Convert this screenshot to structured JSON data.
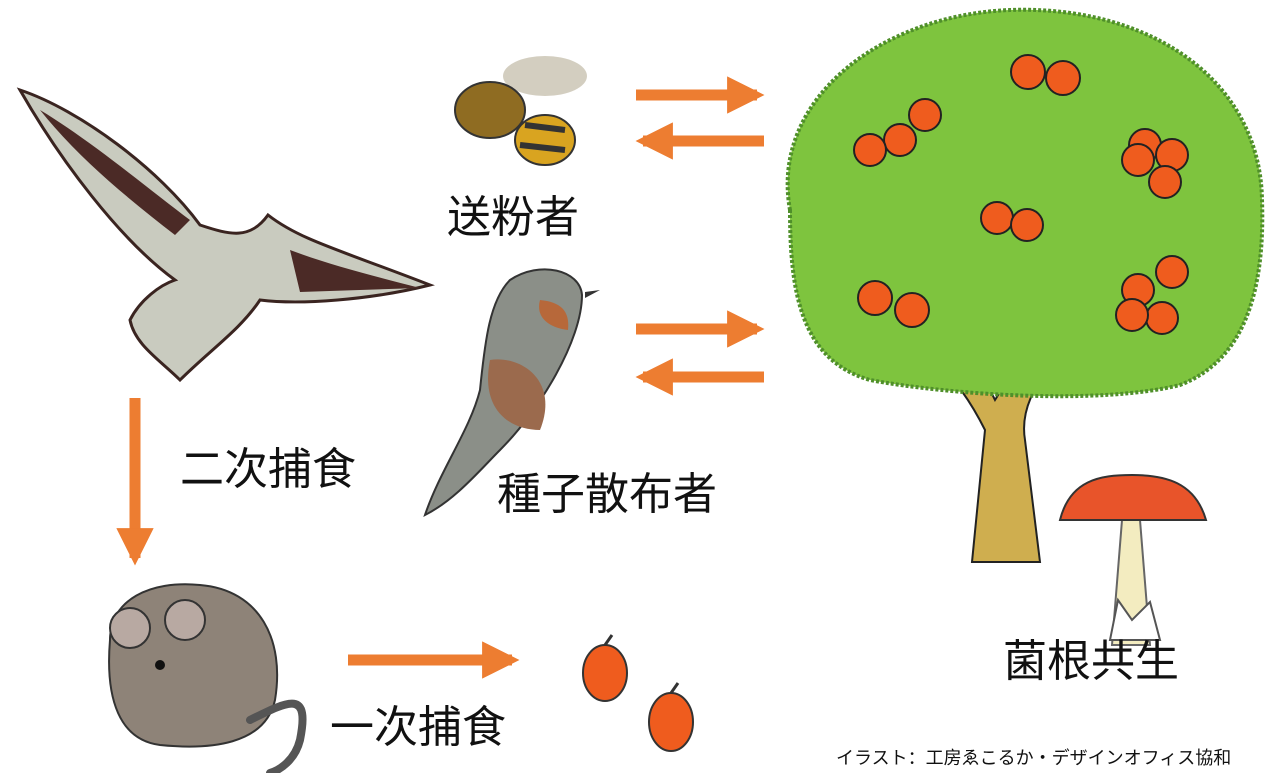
{
  "labels": {
    "pollinator": "送粉者",
    "secondary_predation": "二次捕食",
    "seed_disperser": "種子散布者",
    "primary_predation": "一次捕食",
    "mycorrhiza": "菌根共生"
  },
  "credit": "イラスト：工房ゑこるか・デザインオフィス協和",
  "colors": {
    "arrow": "#ed7d31",
    "canopy": "#7ec43e",
    "canopy_dark": "#4f8f2a",
    "trunk": "#cfae4f",
    "fruit": "#ef5c1e",
    "mushroom_cap": "#e8542a"
  },
  "icons": [
    "hawk-icon",
    "bee-icon",
    "bird-icon",
    "mouse-icon",
    "fruit-icon",
    "tree-icon",
    "mushroom-icon"
  ]
}
